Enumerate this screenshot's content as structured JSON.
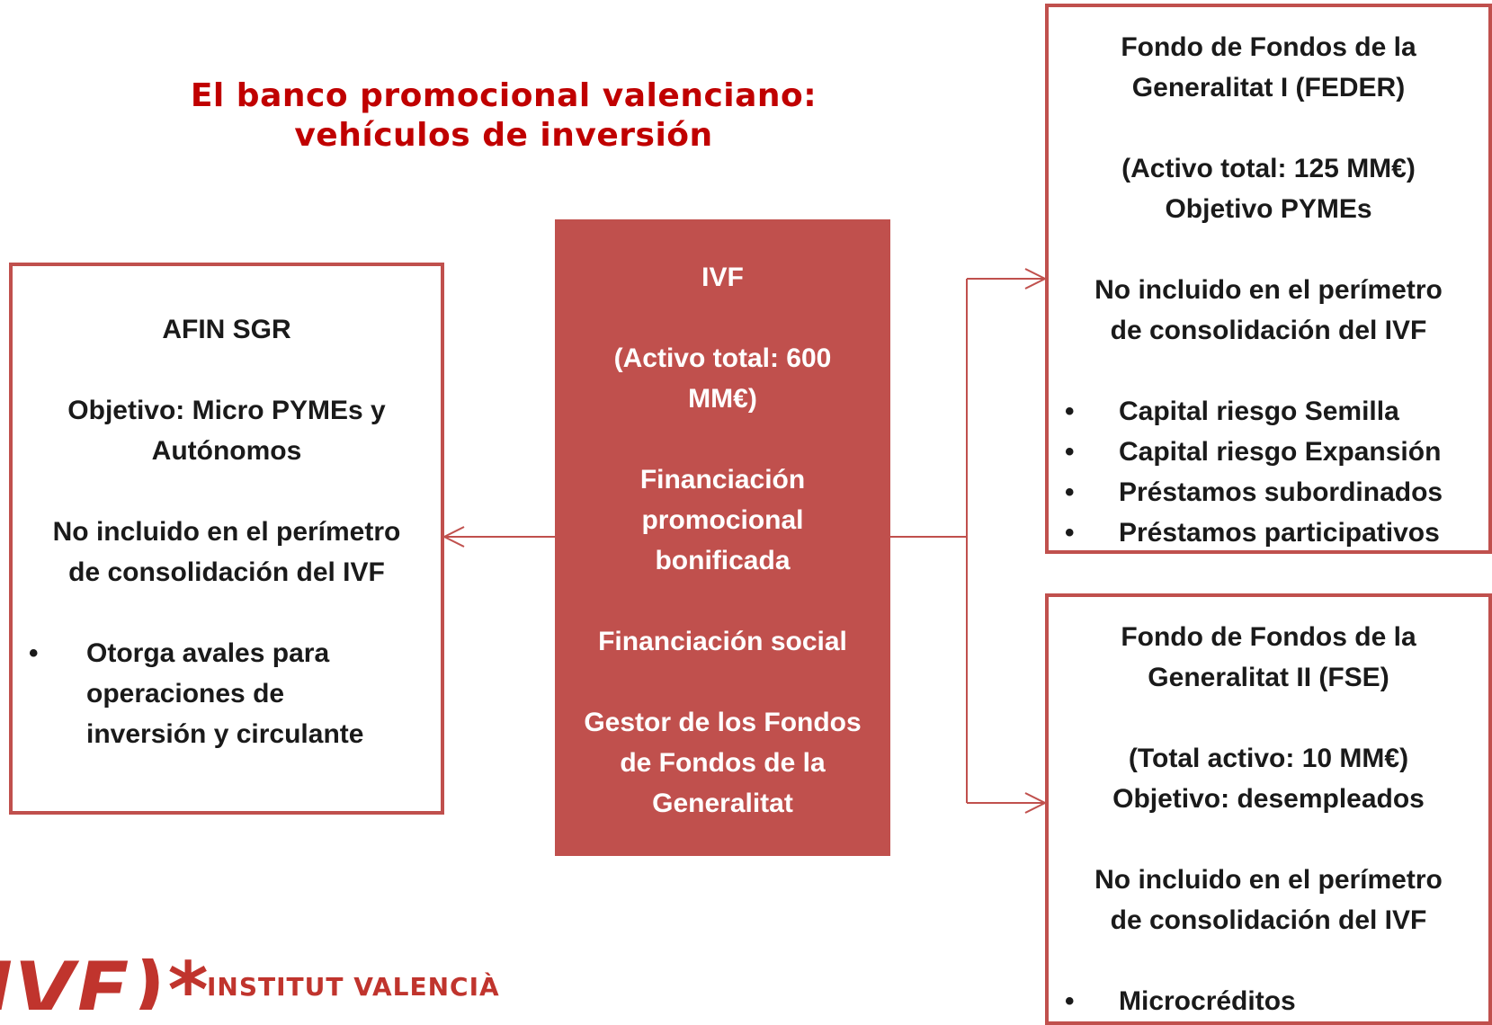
{
  "title": {
    "line1": "El banco promocional valenciano:",
    "line2": "vehículos de inversión"
  },
  "afin": {
    "name": "AFIN SGR",
    "objective_l1": "Objetivo: Micro PYMEs y",
    "objective_l2": "Autónomos",
    "perimeter_l1": "No incluido en el perímetro",
    "perimeter_l2": "de consolidación del IVF",
    "bullet_l1": "Otorga avales para",
    "bullet_l2": "operaciones de",
    "bullet_l3": "inversión y circulante"
  },
  "ivf": {
    "name": "IVF",
    "assets_l1": "(Activo total: 600",
    "assets_l2": "MM€)",
    "fin_promo_l1": "Financiación",
    "fin_promo_l2": "promocional",
    "fin_promo_l3": "bonificada",
    "fin_social": "Financiación social",
    "manager_l1": "Gestor de los Fondos",
    "manager_l2": "de Fondos de la",
    "manager_l3": "Generalitat"
  },
  "fdf1": {
    "name_l1": "Fondo de Fondos de la",
    "name_l2": "Generalitat I (FEDER)",
    "assets": "(Activo total: 125 MM€)",
    "objective": "Objetivo PYMEs",
    "perimeter_l1": "No incluido en el perímetro",
    "perimeter_l2": "de consolidación del IVF",
    "bullets": [
      "Capital riesgo Semilla",
      "Capital riesgo Expansión",
      "Préstamos subordinados",
      "Préstamos participativos"
    ]
  },
  "fdf2": {
    "name_l1": "Fondo de Fondos de la",
    "name_l2": "Generalitat II (FSE)",
    "assets": "(Total activo: 10 MM€)",
    "objective": "Objetivo: desempleados",
    "perimeter_l1": "No incluido en el perímetro",
    "perimeter_l2": "de consolidación del IVF",
    "bullets": [
      "Microcréditos"
    ]
  },
  "logo": {
    "mark": "IVF)*",
    "name": "INSTITUT VALENCIÀ"
  },
  "colors": {
    "title": "#c00000",
    "box_border": "#c0504d",
    "ivf_fill": "#c0504d",
    "logo": "#c0342d"
  }
}
